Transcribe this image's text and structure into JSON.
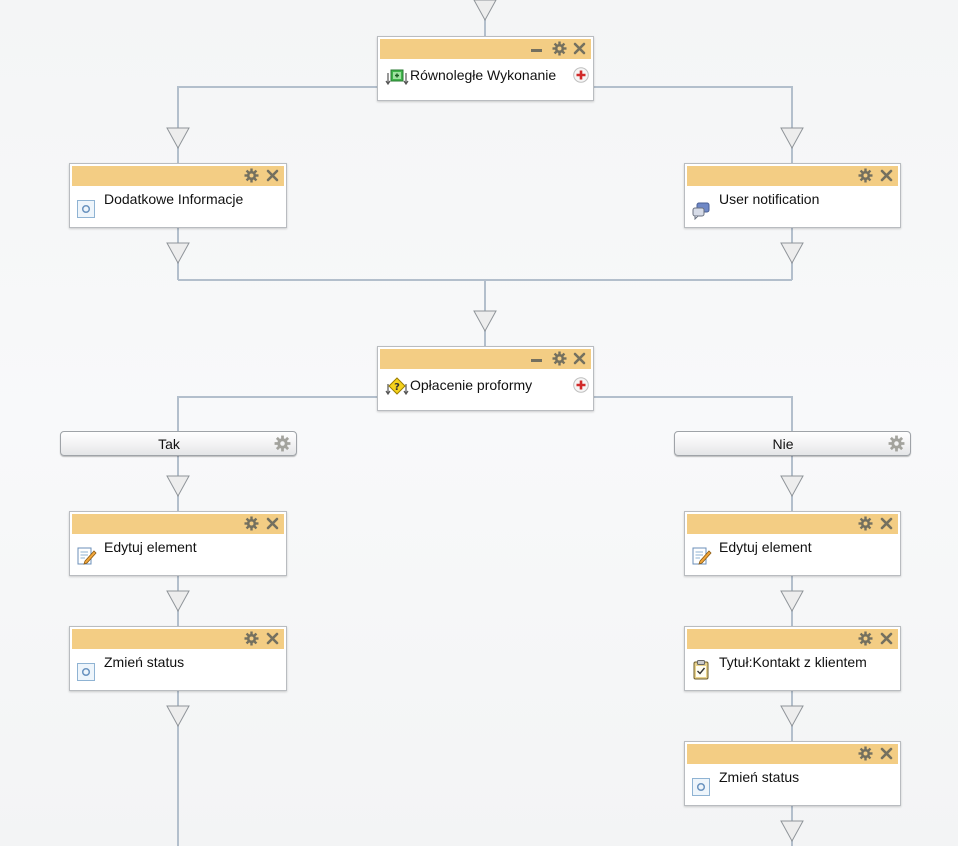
{
  "workflow": {
    "parallel": {
      "label": "Równoległe Wykonanie",
      "icon": "parallel-execution-icon"
    },
    "additional_info": {
      "label": "Dodatkowe Informacje",
      "icon": "generic-action-icon"
    },
    "user_notification": {
      "label": "User notification",
      "icon": "notification-icon"
    },
    "payment_condition": {
      "label": "Opłacenie proformy",
      "icon": "condition-question-icon"
    },
    "branch_yes": {
      "label": "Tak"
    },
    "branch_no": {
      "label": "Nie"
    },
    "yes_edit": {
      "label": "Edytuj element",
      "icon": "edit-document-icon"
    },
    "yes_status": {
      "label": "Zmień status",
      "icon": "generic-action-icon"
    },
    "no_edit": {
      "label": "Edytuj element",
      "icon": "edit-document-icon"
    },
    "no_task": {
      "label": "Tytuł:Kontakt z klientem",
      "icon": "task-clipboard-icon"
    },
    "no_status": {
      "label": "Zmień status",
      "icon": "generic-action-icon"
    }
  },
  "header_controls": {
    "minimize": "–",
    "close": "✕"
  },
  "colors": {
    "node_header": "#f3cd84",
    "connector": "#b3bfcc",
    "arrow_fill": "#ededed",
    "arrow_stroke": "#8f9499",
    "plus_red": "#d12b2b",
    "gear": "#74705f"
  }
}
